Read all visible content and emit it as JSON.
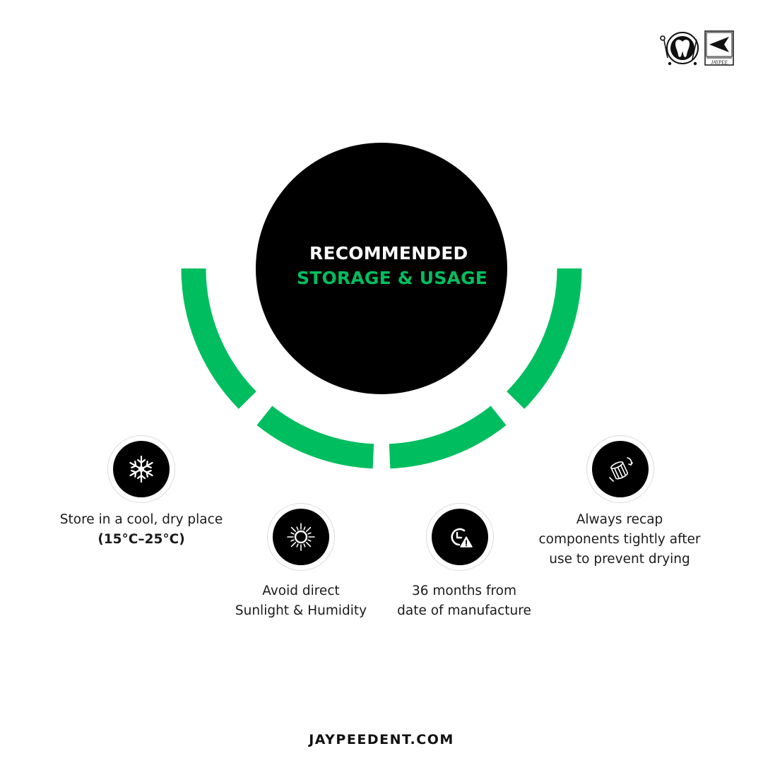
{
  "colors": {
    "accent": "#00BE5F",
    "dark": "#000000",
    "background": "#FFFFFF",
    "text": "#1A1A1A"
  },
  "logos": {
    "left_icon": "tooth-logo-icon",
    "right_icon": "jaypee-arrow-logo-icon",
    "right_label": "JAYPEE"
  },
  "title": {
    "line1": "RECOMMENDED",
    "line2": "STORAGE & USAGE"
  },
  "items": [
    {
      "icon": "snowflake-icon",
      "line1": "Store in a cool, dry place",
      "line2": "(15°C–25°C)"
    },
    {
      "icon": "sun-icon",
      "line1": "Avoid direct",
      "line2": "Sunlight & Humidity"
    },
    {
      "icon": "clock-warning-icon",
      "line1": "36 months from",
      "line2": "date of manufacture"
    },
    {
      "icon": "recap-container-icon",
      "line1": "Always recap",
      "line2": "components tightly after",
      "line3": "use to prevent drying"
    }
  ],
  "footer": {
    "website": "JAYPEEDENT.COM"
  }
}
